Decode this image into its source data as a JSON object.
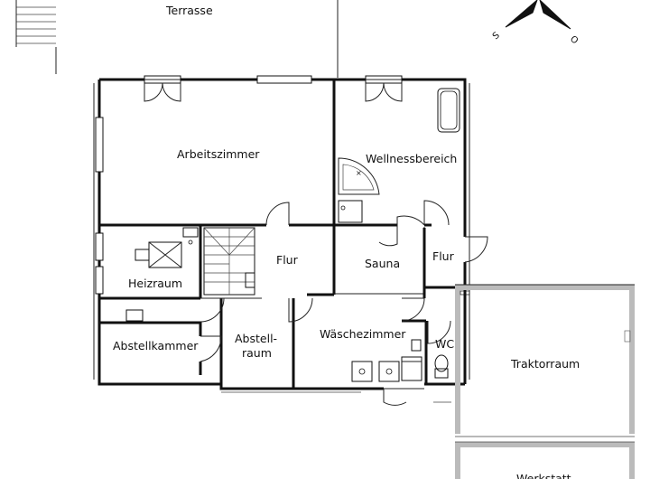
{
  "rooms": {
    "terrasse": "Terrasse",
    "arbeitszimmer": "Arbeitszimmer",
    "wellnessbereich": "Wellnessbereich",
    "flur_center": "Flur",
    "flur_right": "Flur",
    "sauna": "Sauna",
    "heizraum": "Heizraum",
    "abstellkammer": "Abstellkammer",
    "abstell_line1": "Abstell-",
    "abstell_line2": "raum",
    "waeschezimmer": "Wäschezimmer",
    "wc": "WC",
    "traktorraum": "Traktorraum",
    "bottom_cut": "Werkstatt"
  },
  "compass": {
    "south": "S",
    "east": "O"
  },
  "colors": {
    "line": "#111111",
    "grey_wall": "#bbbbbb",
    "background": "#ffffff"
  }
}
